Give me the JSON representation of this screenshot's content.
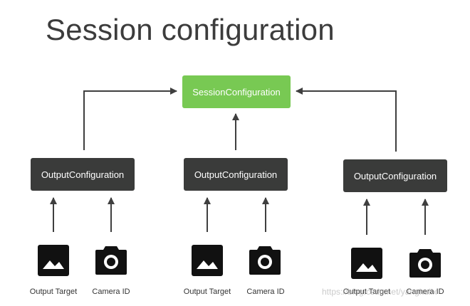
{
  "title": "Session configuration",
  "session_configuration": "SessionConfiguration",
  "groups": [
    {
      "output_configuration": "OutputConfiguration",
      "output_target": "Output Target",
      "camera_id": "Camera ID"
    },
    {
      "output_configuration": "OutputConfiguration",
      "output_target": "Output Target",
      "camera_id": "Camera ID"
    },
    {
      "output_configuration": "OutputConfiguration",
      "output_target": "Output Target",
      "camera_id": "Camera ID"
    }
  ],
  "watermark": "https://blog.csdn.net/yanghuilx",
  "icons": {
    "output_target": "image-icon",
    "camera_id": "camera-icon"
  },
  "colors": {
    "session_box": "#78c953",
    "output_box": "#3a3b3a",
    "arrow": "#3f3f3f",
    "title": "#3c3c3c"
  }
}
